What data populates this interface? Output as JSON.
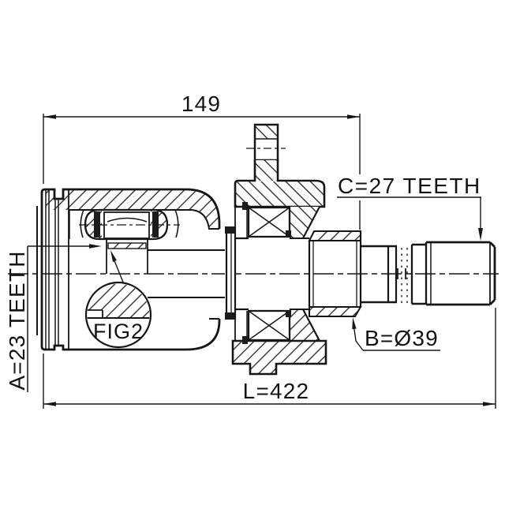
{
  "figure": {
    "kind": "cv-joint-cross-section-drawing",
    "labels": {
      "top_width": "149",
      "spline_c": "C=27 TEETH",
      "spline_a": "A=23 TEETH",
      "diameter_b": "B=Ø39",
      "overall_length": "L=422",
      "figure_ref": "FIG2"
    },
    "colors": {
      "background": "#ffffff",
      "line": "#161616"
    }
  }
}
